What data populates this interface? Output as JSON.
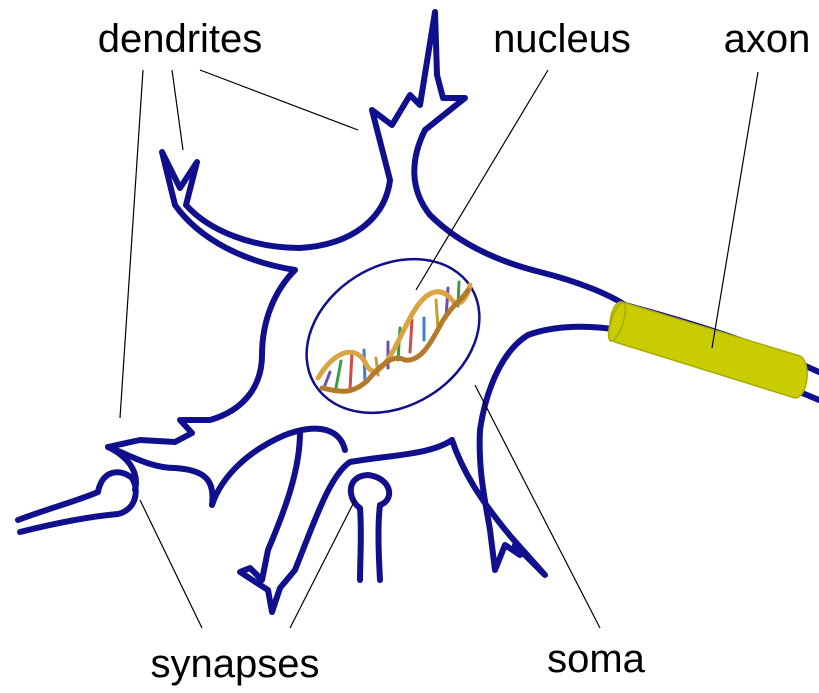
{
  "labels": {
    "dendrites": "dendrites",
    "nucleus": "nucleus",
    "axon": "axon",
    "synapses": "synapses",
    "soma": "soma"
  },
  "colors": {
    "membrane": "#10108f",
    "myelin": "#c9cc00",
    "leader_lines": "#000000",
    "background": "#ffffff"
  },
  "icons": {
    "nucleus_content": "dna-double-helix-icon"
  }
}
